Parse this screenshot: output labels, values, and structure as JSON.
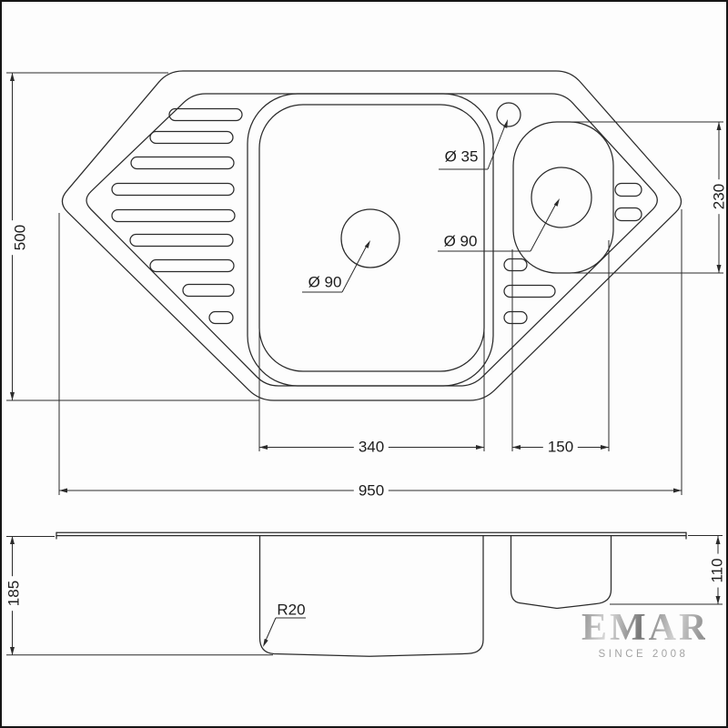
{
  "top_view": {
    "height_dim": "500",
    "width_dim": "950",
    "main_bowl_width_dim": "340",
    "small_bowl_width_dim": "150",
    "small_bowl_height_dim": "230",
    "main_drain_diameter": "Ø 90",
    "small_drain_diameter": "Ø 90",
    "tap_hole_diameter": "Ø 35"
  },
  "side_view": {
    "main_bowl_depth_dim": "185",
    "small_bowl_depth_dim": "110",
    "corner_radius_dim": "R20"
  },
  "brand": {
    "name": "EMAR",
    "tagline": "SINCE 2008"
  },
  "colors": {
    "line": "#2b2b2b",
    "label_text": "#1d1d1d",
    "logo_silver": "#9a9a9a"
  }
}
